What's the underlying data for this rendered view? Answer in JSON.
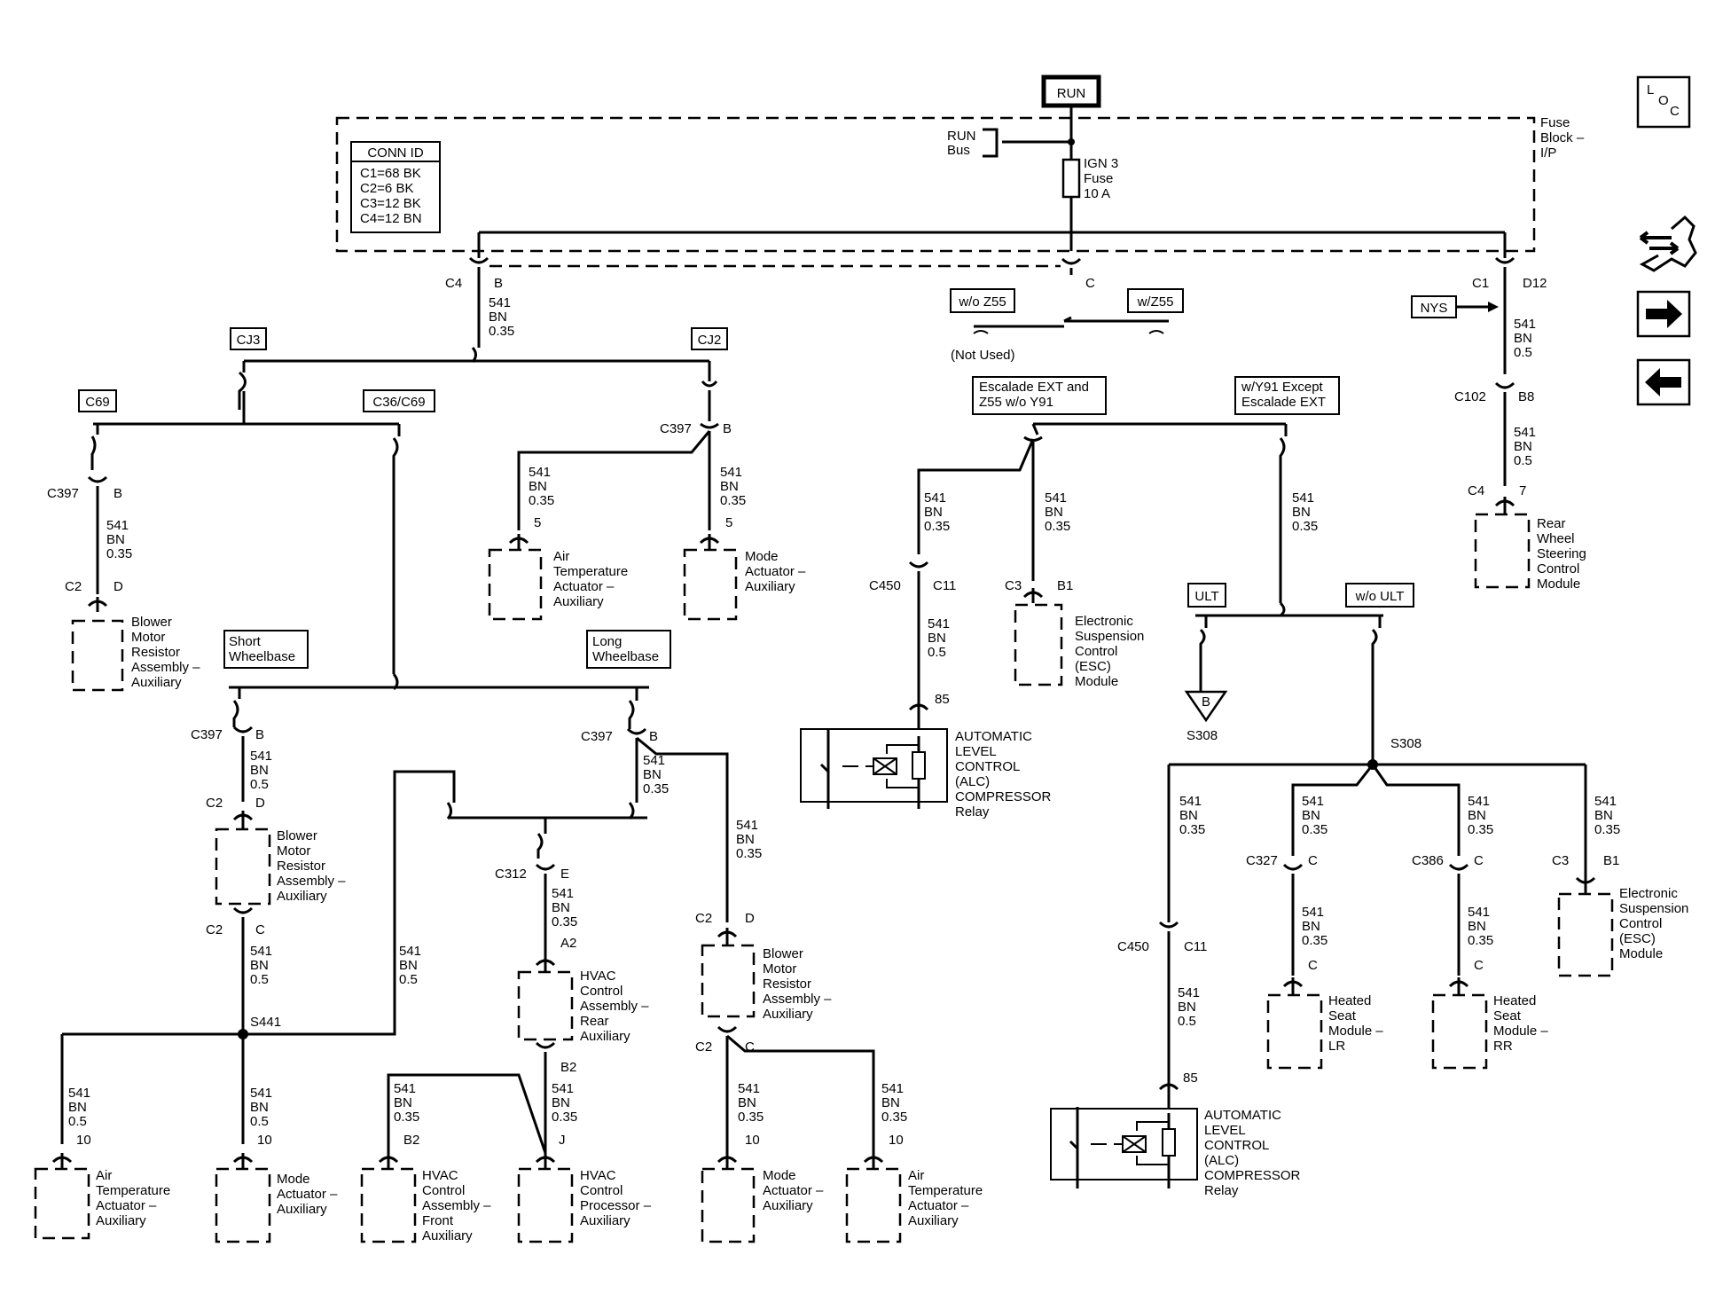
{
  "power": {
    "run": "RUN",
    "run_bus": [
      "RUN",
      "Bus"
    ],
    "fuse": [
      "IGN 3",
      "Fuse",
      "10 A"
    ],
    "fuse_block": [
      "Fuse",
      "Block –",
      "I/P"
    ]
  },
  "conn_id": {
    "title": "CONN ID",
    "rows": [
      "C1=68 BK",
      "C2=6 BK",
      "C3=12 BK",
      "C4=12 BN"
    ]
  },
  "nav": {
    "loc": [
      "L",
      "O",
      "C"
    ],
    "icons": [
      "harness-icon",
      "arrow-right-icon",
      "arrow-left-icon"
    ]
  },
  "options": {
    "cj3": "CJ3",
    "cj2": "CJ2",
    "c69": "C69",
    "c36c69": "C36/C69",
    "short_wb": [
      "Short",
      "Wheelbase"
    ],
    "long_wb": [
      "Long",
      "Wheelbase"
    ],
    "wo_z55": "w/o Z55",
    "w_z55": "w/Z55",
    "not_used": "(Not Used)",
    "escalade": [
      "Escalade EXT and",
      "Z55 w/o Y91"
    ],
    "y91": [
      "w/Y91 Except",
      "Escalade EXT"
    ],
    "ult": "ULT",
    "wo_ult": "w/o ULT",
    "nys": "NYS"
  },
  "wire": {
    "circuit": "541",
    "color": "BN",
    "g035": "0.35",
    "g05": "0.5"
  },
  "connectors": {
    "c4": "C4",
    "b": "B",
    "c": "C",
    "c1": "C1",
    "d12": "D12",
    "c102": "C102",
    "b8": "B8",
    "seven": "7",
    "c397": "C397",
    "c2": "C2",
    "d": "D",
    "five": "5",
    "c312": "C312",
    "e": "E",
    "a2": "A2",
    "b2": "B2",
    "j": "J",
    "ten": "10",
    "s441": "S441",
    "c450": "C450",
    "c11": "C11",
    "c3": "C3",
    "b1": "B1",
    "eighty_five": "85",
    "s308": "S308",
    "c327": "C327",
    "c386": "C386"
  },
  "components": {
    "blower_motor_resistor": [
      "Blower",
      "Motor",
      "Resistor",
      "Assembly –",
      "Auxiliary"
    ],
    "air_temp_actuator": [
      "Air",
      "Temperature",
      "Actuator –",
      "Auxiliary"
    ],
    "mode_actuator": [
      "Mode",
      "Actuator –",
      "Auxiliary"
    ],
    "hvac_rear": [
      "HVAC",
      "Control",
      "Assembly –",
      "Rear",
      "Auxiliary"
    ],
    "hvac_front": [
      "HVAC",
      "Control",
      "Assembly –",
      "Front",
      "Auxiliary"
    ],
    "hvac_processor": [
      "HVAC",
      "Control",
      "Processor –",
      "Auxiliary"
    ],
    "alc_relay": [
      "AUTOMATIC",
      "LEVEL",
      "CONTROL",
      "(ALC)",
      "COMPRESSOR",
      "Relay"
    ],
    "esc_module": [
      "Electronic",
      "Suspension",
      "Control",
      "(ESC)",
      "Module"
    ],
    "rear_wheel_steering": [
      "Rear",
      "Wheel",
      "Steering",
      "Control",
      "Module"
    ],
    "heated_seat_lr": [
      "Heated",
      "Seat",
      "Module –",
      "LR"
    ],
    "heated_seat_rr": [
      "Heated",
      "Seat",
      "Module –",
      "RR"
    ]
  },
  "offpage": {
    "ref": "B",
    "splice": "S308"
  }
}
